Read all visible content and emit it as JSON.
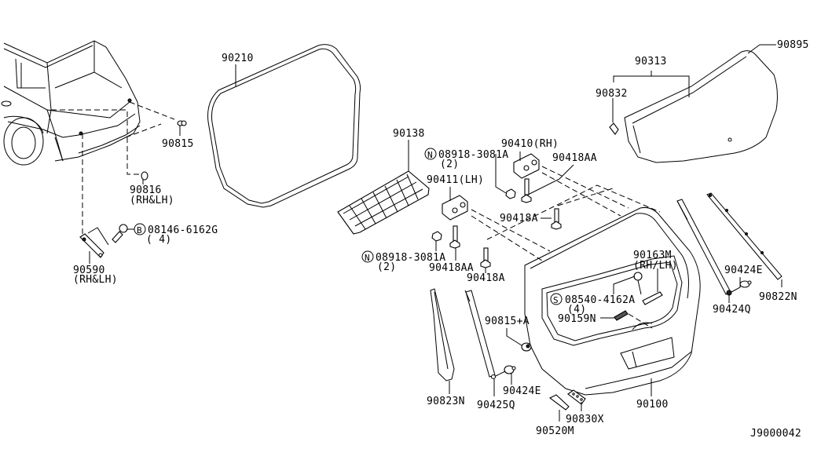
{
  "diagram": {
    "title": "Back Door Panel & Fitting",
    "code": "J9000042",
    "callouts": {
      "p90815": "90815",
      "p90816": "90816",
      "p90816_note": "(RH&LH)",
      "b08146": "08146-6162G",
      "b08146_qty": "( 4)",
      "b08146_prefix": "B",
      "p90590": "90590",
      "p90590_note": "(RH&LH)",
      "p90210": "90210",
      "p90138": "90138",
      "n08918_top": "08918-3081A",
      "n08918_top_qty": "(2)",
      "n_prefix": "N",
      "p90410": "90410(RH)",
      "p90418AA_top": "90418AA",
      "p90411": "90411(LH)",
      "p90418A_top": "90418A",
      "n08918_bot": "08918-3081A",
      "n08918_bot_qty": "(2)",
      "p90418AA_bot": "90418AA",
      "p90418A_bot": "90418A",
      "p90895": "90895",
      "p90313": "90313",
      "p90832": "90832",
      "p90163M": "90163M",
      "p90163M_note": "(RH/LH)",
      "s08540": "08540-4162A",
      "s08540_qty": "(4)",
      "s_prefix": "S",
      "p90159N": "90159N",
      "p90424E_right": "90424E",
      "p90424Q": "90424Q",
      "p90822N": "90822N",
      "p90815A": "90815+A",
      "p90823N": "90823N",
      "p90425Q": "90425Q",
      "p90424E_left": "90424E",
      "p90520M": "90520M",
      "p90830X": "90830X",
      "p90100": "90100"
    }
  }
}
